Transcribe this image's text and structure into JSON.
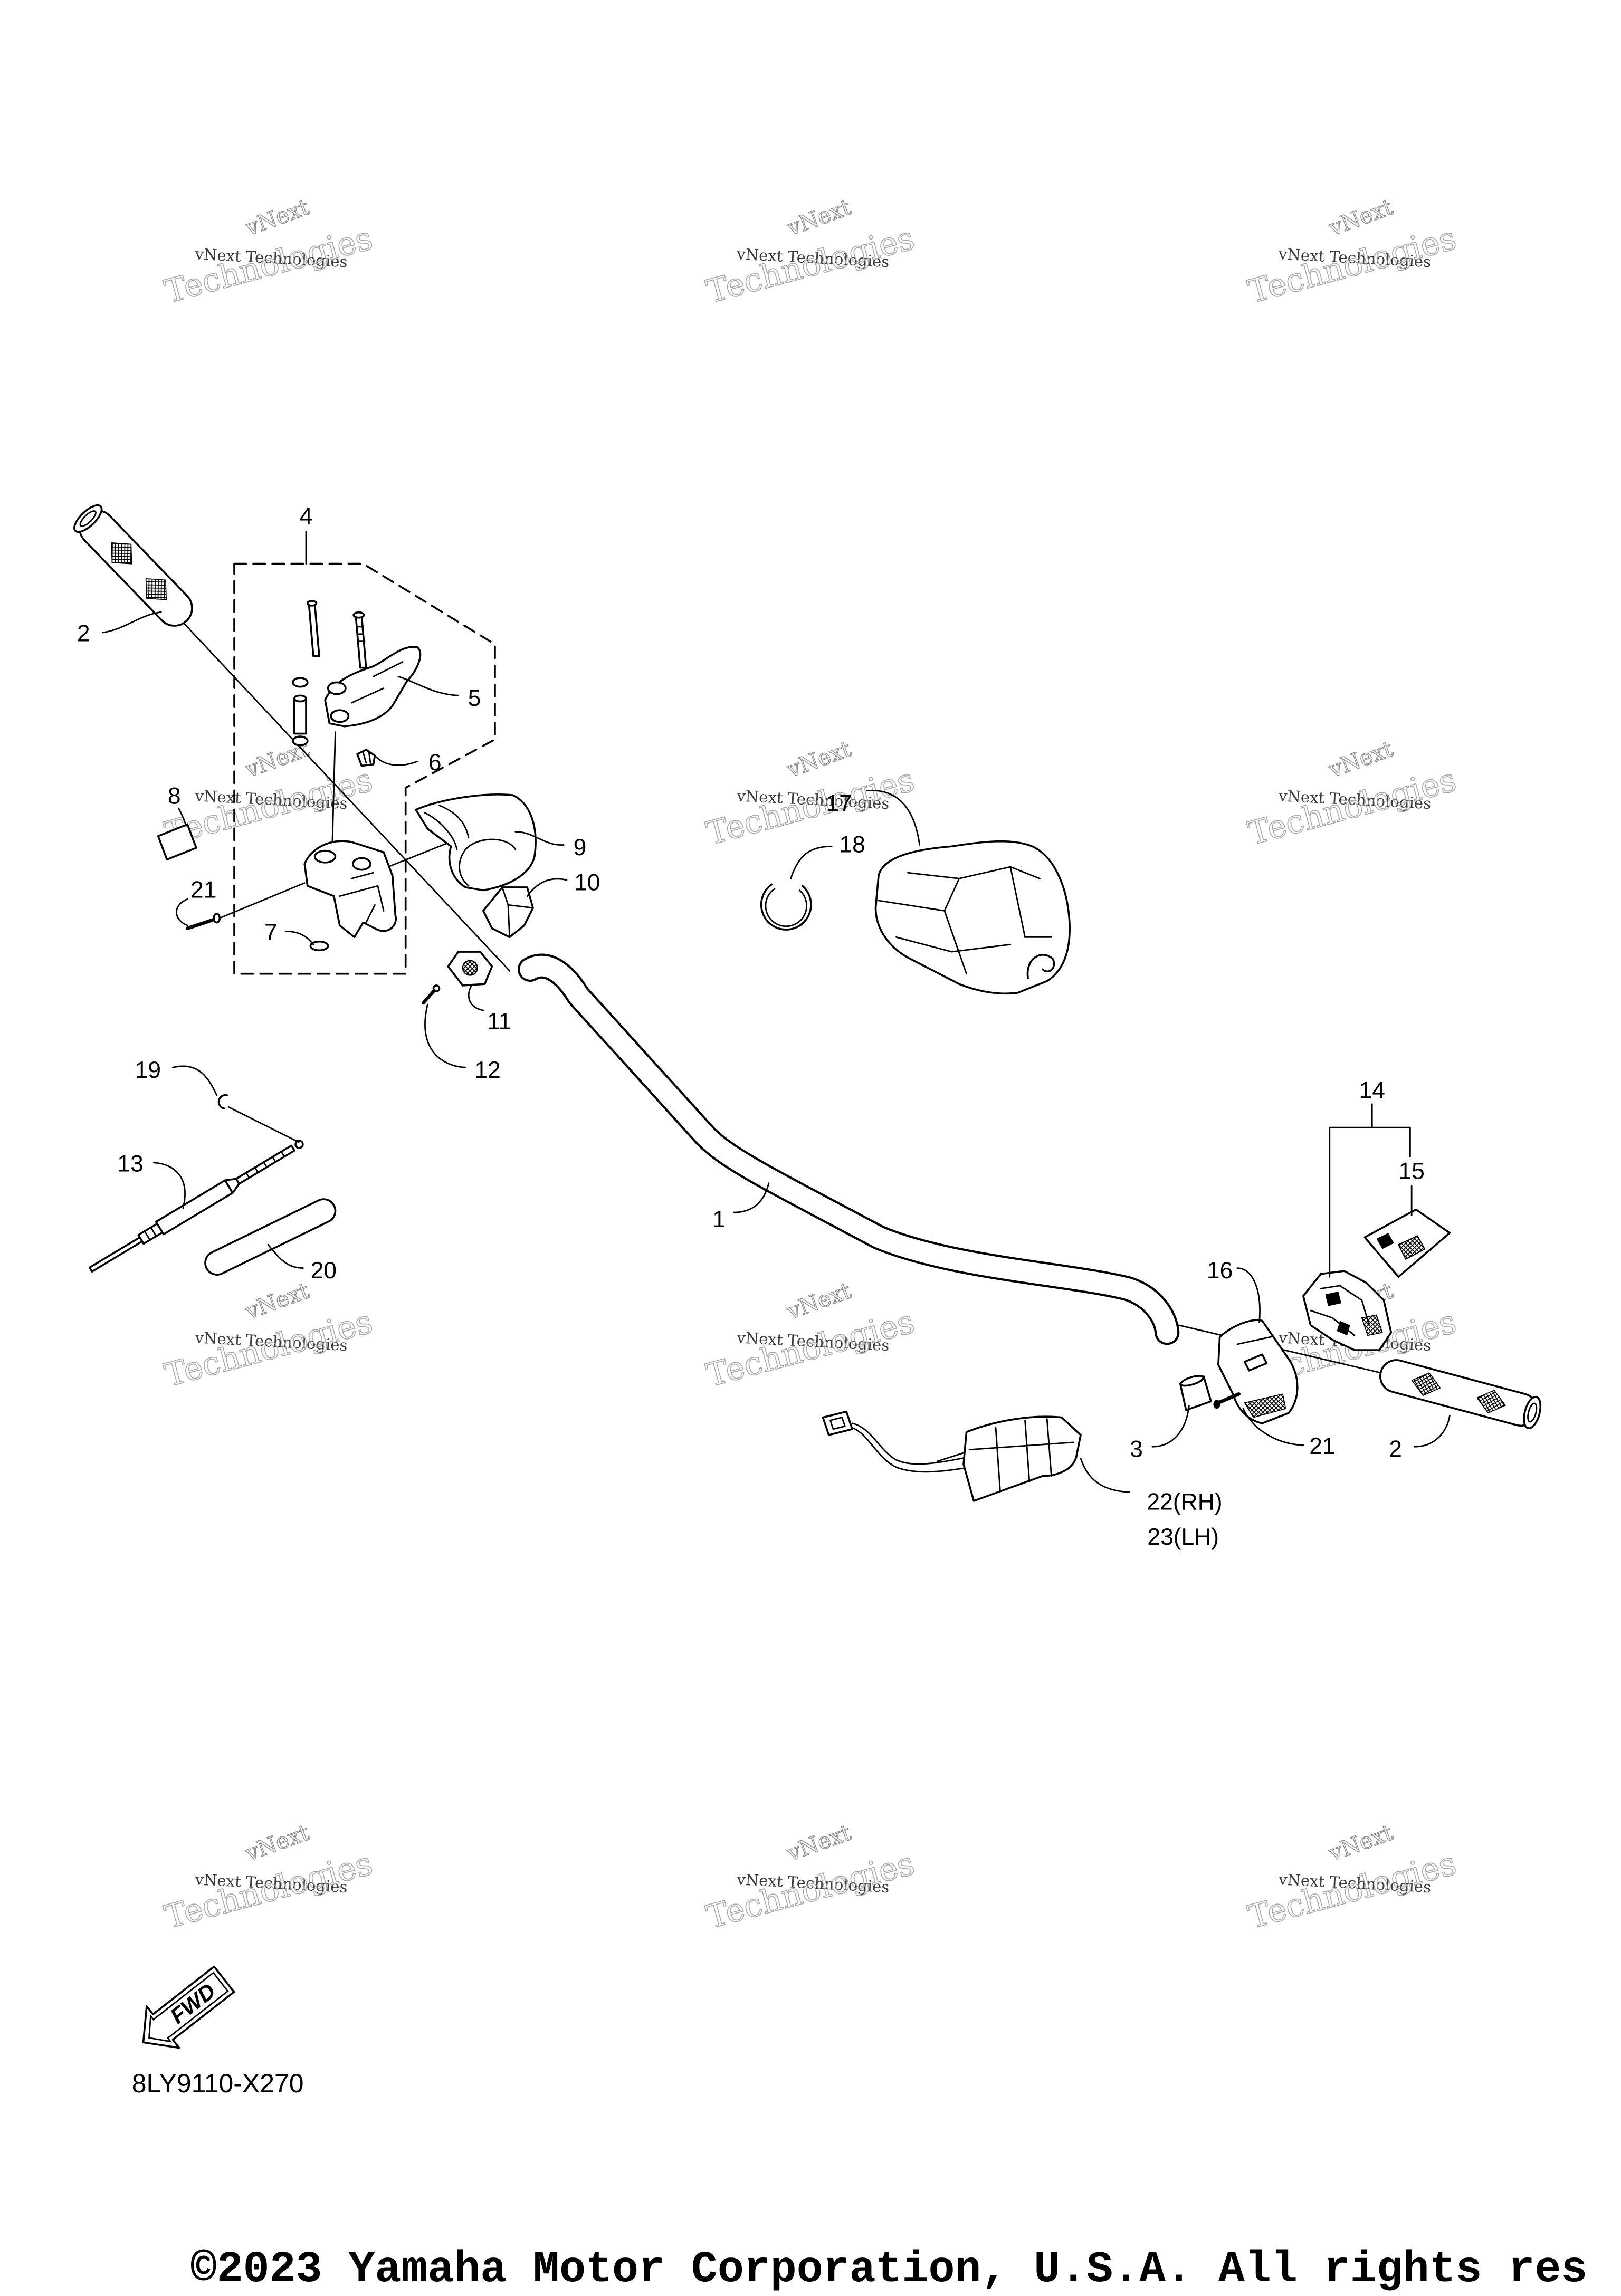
{
  "labels": {
    "part_1": "1",
    "part_2_left": "2",
    "part_2_right": "2",
    "part_3": "3",
    "part_4": "4",
    "part_5": "5",
    "part_6": "6",
    "part_7": "7",
    "part_8": "8",
    "part_9": "9",
    "part_10": "10",
    "part_11": "11",
    "part_12": "12",
    "part_13": "13",
    "part_14": "14",
    "part_15": "15",
    "part_16": "16",
    "part_17": "17",
    "part_18": "18",
    "part_19": "19",
    "part_20": "20",
    "part_21_left": "21",
    "part_21_right": "21",
    "part_22": "22(RH)",
    "part_23": "23(LH)"
  },
  "diagram_code": "8LY9110-X270",
  "fwd_arrow": "FWD",
  "copyright": "©2023 Yamaha Motor Corporation, U.S.A. All rights res",
  "watermark": {
    "short": "vNext",
    "full": "vNext Technologies",
    "long": "Technologies"
  }
}
